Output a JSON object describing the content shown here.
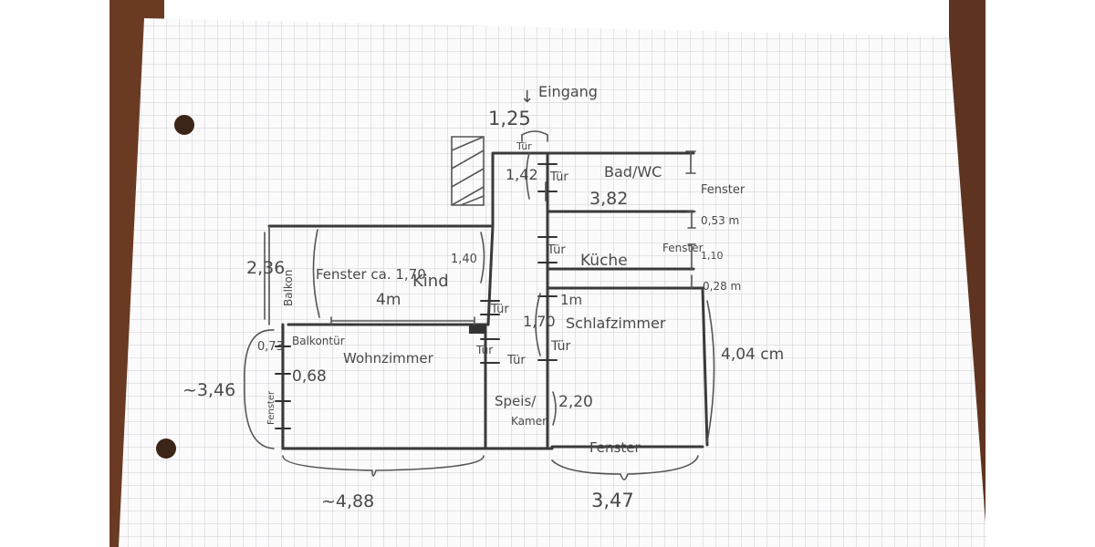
{
  "colors": {
    "table_left": "#6b3a22",
    "table_right": "#5e3420",
    "paper": "#fbfbfb",
    "grid": "#c9c9d2",
    "pencil": "#3a3a3a"
  },
  "labels": {
    "eingang": "Eingang",
    "w_125": "1,25",
    "tur_top": "Tür",
    "v_142": "1,42",
    "tur_bad": "Tür",
    "bad_wc": "Bad/WC",
    "w_382": "3,82",
    "fenster_bad": "Fenster",
    "h_053": "0,53 m",
    "tur_kueche": "Tür",
    "kueche": "Küche",
    "fenster_kueche": "Fenster",
    "h_110": "1,10",
    "h_028": "0,28 m",
    "v_236": "2,36",
    "balkon_v": "Balkon",
    "fenster_kind": "Fenster ca. 1,70",
    "kind": "Kind",
    "v_140": "1,40",
    "w_4m": "4m",
    "tur_kind": "Tür",
    "v_170": "1,70",
    "w_1m": "1m",
    "schlafzimmer": "Schlafzimmer",
    "tur_schlaf": "Tür",
    "v_404": "4,04 cm",
    "balkontuer": "Balkontür",
    "v_073": "0,73",
    "w_068": "0,68",
    "wohnzimmer": "Wohnzimmer",
    "tur_wohn": "Tür",
    "tur_speis": "Tür",
    "v_346": "~3,46",
    "fenster_wohn_v": "Fenster",
    "speis": "Speis/",
    "kamer": "Kamer",
    "v_220": "2,20",
    "fenster_bottom": "Fenster",
    "w_488": "~4,88",
    "w_347": "3,47"
  }
}
